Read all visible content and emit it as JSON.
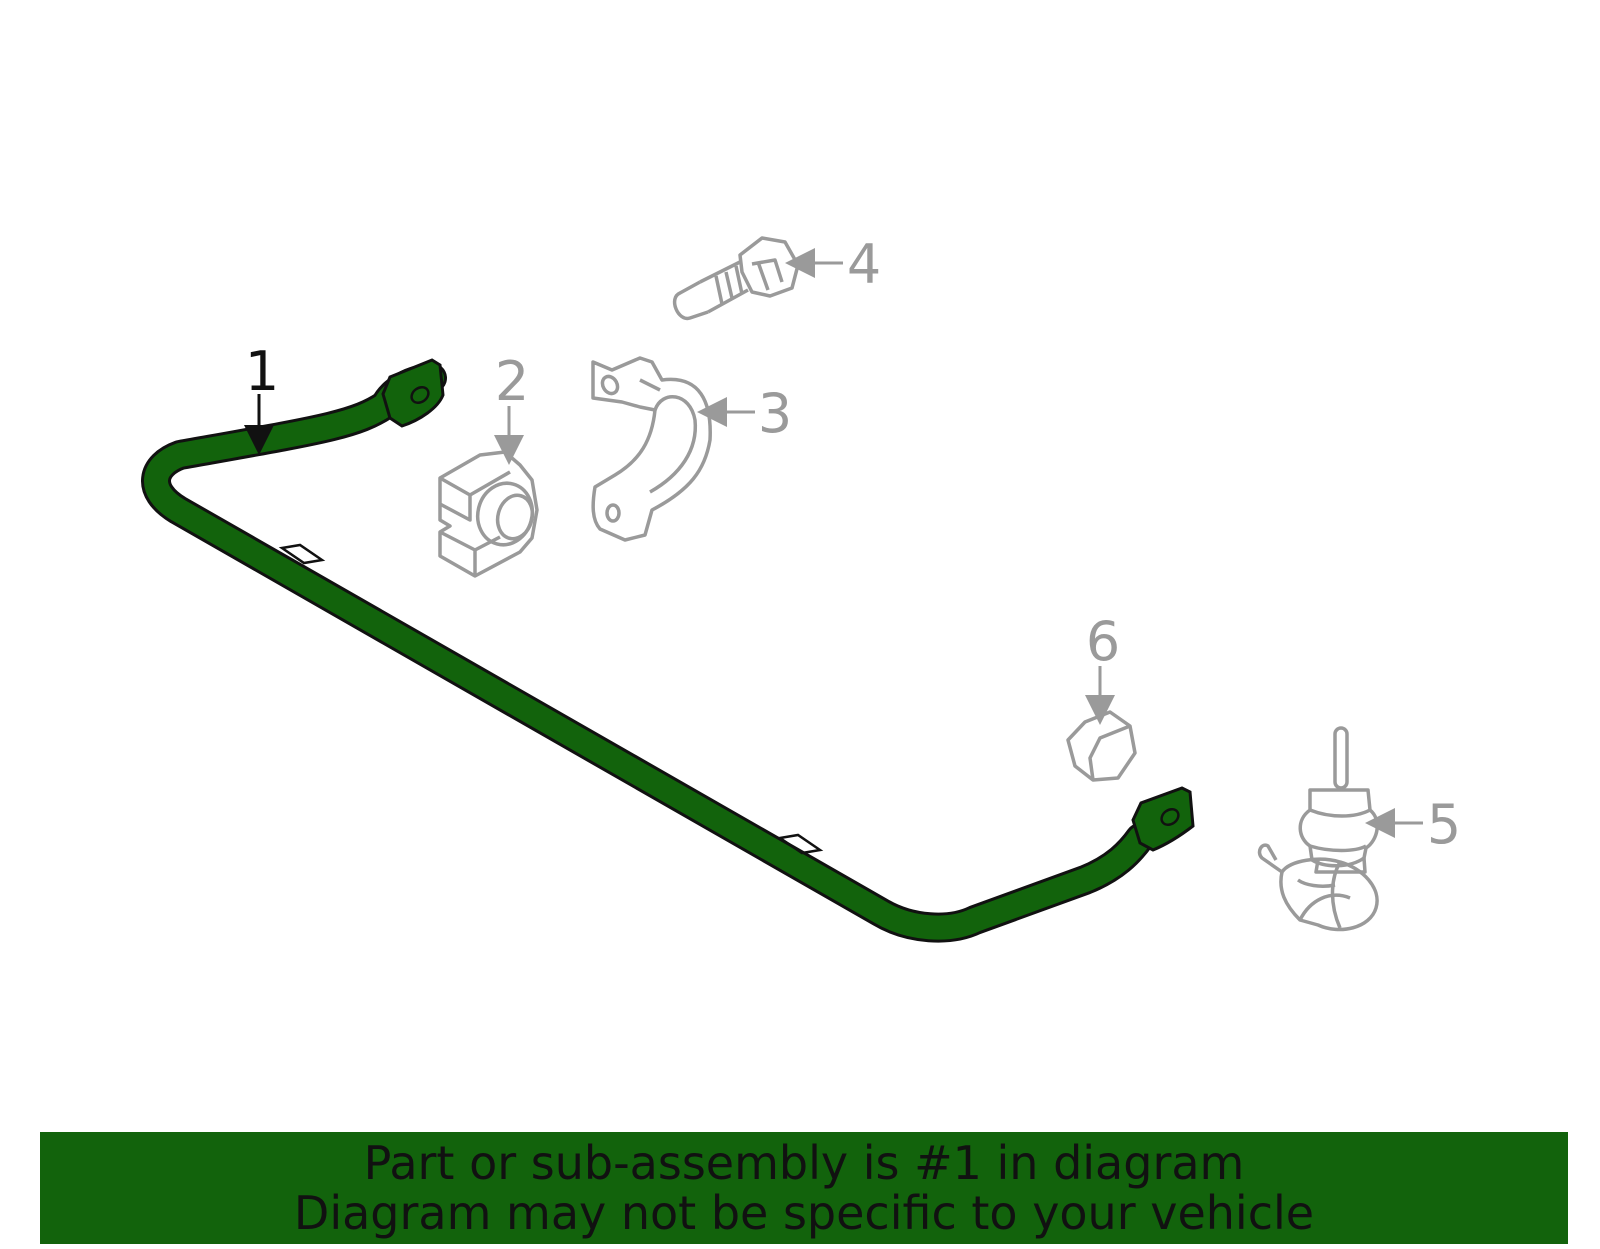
{
  "colors": {
    "highlight": "#12630c",
    "outline_dark": "#111111",
    "outline_dim": "#9a9a9a",
    "banner_bg": "#12630c"
  },
  "callouts": {
    "c1": "1",
    "c2": "2",
    "c3": "3",
    "c4": "4",
    "c5": "5",
    "c6": "6"
  },
  "highlighted_part": "1",
  "banner": {
    "line1": "Part or sub-assembly is #1 in diagram",
    "line2": "Diagram may not be specific to your vehicle"
  }
}
